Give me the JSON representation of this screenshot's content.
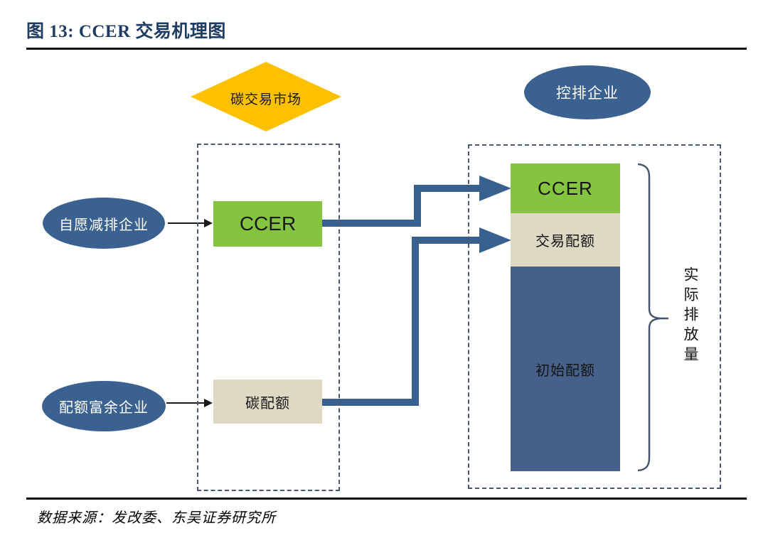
{
  "figure": {
    "title": "图 13:  CCER 交易机理图",
    "source": "数据来源：发改委、东吴证券研究所"
  },
  "nodes": {
    "market": "碳交易市场",
    "controlled": "控排企业",
    "voluntary": "自愿减排企业",
    "surplus": "配额富余企业",
    "ccer_box": "CCER",
    "quota_box": "碳配额"
  },
  "bar": {
    "segments": [
      {
        "label": "CCER",
        "color": "#84C441"
      },
      {
        "label": "交易配额",
        "color": "#DDD9C3"
      },
      {
        "label": "初始配额",
        "color": "#45618A"
      }
    ],
    "brace_label": "实际排放量"
  },
  "icons": {
    "market_diamond": "diamond-shape",
    "brace": "right-curly-brace"
  },
  "colors": {
    "title_navy": "#1E3C64",
    "ellipse_blue": "#3A6190",
    "connector_blue": "#38618F",
    "bar_blue": "#45618A",
    "green": "#84C441",
    "beige": "#DDD9C3",
    "diamond_yellow": "#FFC000",
    "dashed_border": "#4A5870",
    "rule_black": "#0a0a0a"
  }
}
